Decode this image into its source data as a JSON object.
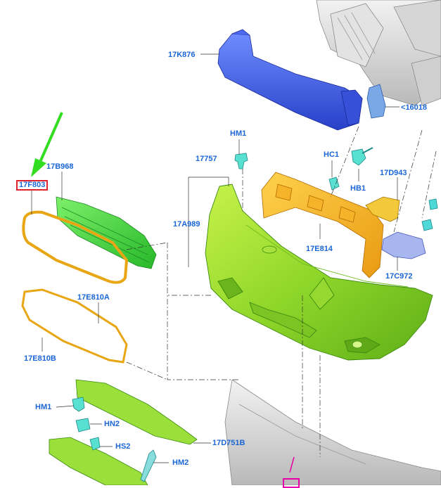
{
  "diagram": {
    "highlight_color": "#e0242f",
    "label_color": "#1a66d6",
    "arrow_color": "#33dd22",
    "parts": {
      "reinforcement_beam": "17K876",
      "bracket": "16018",
      "clip_hm1_top": "HM1",
      "clip_hc1": "HC1",
      "clip_hb1": "HB1",
      "bumper_cover": "17757",
      "bracket_17d943": "17D943",
      "upper_grille": "17B968",
      "grille_surround": "17F803",
      "cover_part": "17A989",
      "energy_absorber": "17E814",
      "bracket_17c972": "17C972",
      "trim_17e810a": "17E810A",
      "trim_17e810b": "17E810B",
      "clip_hm1_bottom": "HM1",
      "clip_hn2": "HN2",
      "clip_hs2": "HS2",
      "lower_grille": "17D751B",
      "clip_hm2": "HM2"
    }
  }
}
